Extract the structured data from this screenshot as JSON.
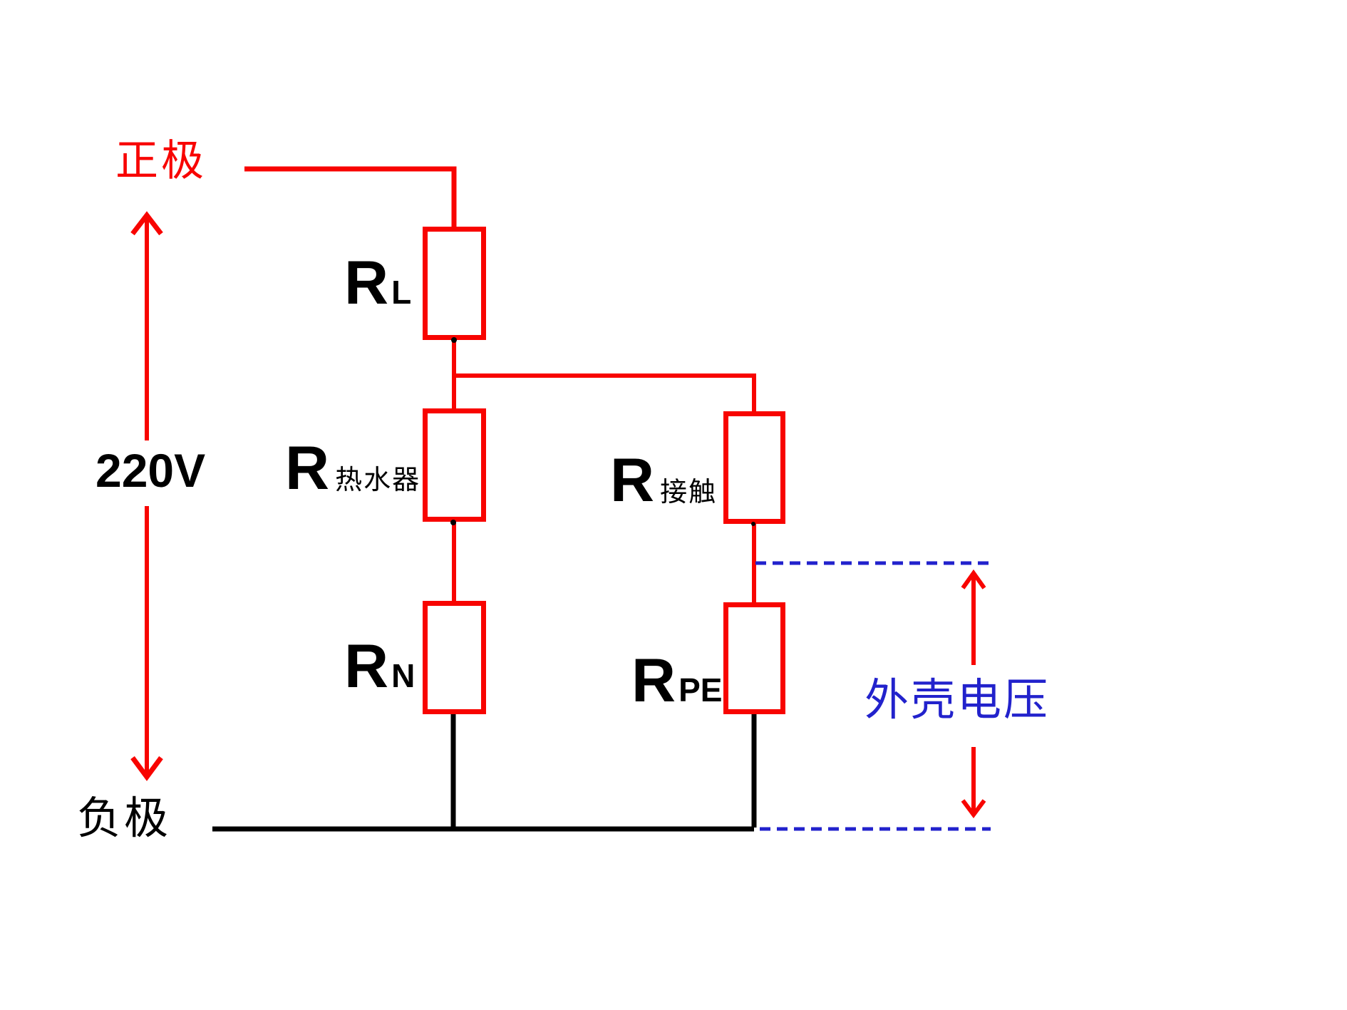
{
  "labels": {
    "positive_terminal": "正极",
    "negative_terminal": "负极",
    "source_voltage": "220V",
    "shell_voltage": "外壳电压"
  },
  "resistors": [
    {
      "id": "load",
      "symbol": "R",
      "subscript": "L"
    },
    {
      "id": "water-heater",
      "symbol": "R",
      "subscript": "热水器"
    },
    {
      "id": "neutral",
      "symbol": "R",
      "subscript": "N"
    },
    {
      "id": "contact",
      "symbol": "R",
      "subscript": "接触"
    },
    {
      "id": "protective-earth",
      "symbol": "R",
      "subscript": "PE"
    }
  ],
  "colors": {
    "wire_red": "#f80400",
    "wire_black": "#000000",
    "annotation_blue": "#2222cc",
    "background": "#ffffff"
  }
}
